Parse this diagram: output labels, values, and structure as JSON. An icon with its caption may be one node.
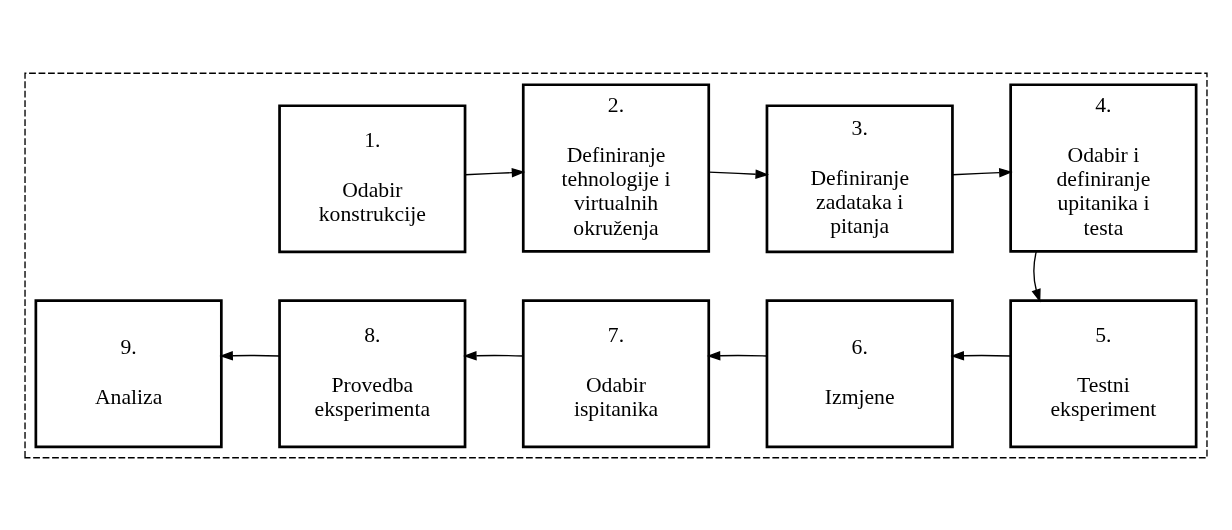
{
  "diagram": {
    "nodes": [
      {
        "text": [],
        "shape": "box"
      },
      {
        "text": [
          "1.",
          "Odabir konstrukcije"
        ],
        "in": 0
      },
      {
        "text": [
          "2.",
          "Definiranje tehnologije i virtualnih okruženja"
        ],
        "in": 0
      },
      {
        "text": [
          "3.",
          "Definiranje zadataka i pitanja"
        ],
        "in": 0
      },
      {
        "text": [
          "4.",
          "Odabir i definiranje upitanika i testa"
        ],
        "in": 0
      },
      {
        "text": [
          "5.",
          "Testni eksperiment"
        ],
        "in": 0
      },
      {
        "text": [
          "6.",
          "Izmjene"
        ],
        "in": 0
      },
      {
        "text": [
          "7.",
          "Odabir ispitanika"
        ],
        "in": 0
      },
      {
        "text": [
          "8.",
          "Provedba eksperimenta"
        ],
        "in": 0
      },
      {
        "text": [
          "9.",
          "Analiza"
        ],
        "in": 0
      }
    ],
    "edges": [
      {
        "from": 1,
        "to": 2,
        "arrow": "to"
      },
      {
        "from": 2,
        "to": 3,
        "arrow": "to"
      },
      {
        "from": 3,
        "to": 4,
        "arrow": "to"
      },
      {
        "from": 4,
        "to": 5,
        "arrow": "to"
      },
      {
        "from": 5,
        "to": 6,
        "arrow": "to"
      },
      {
        "from": 6,
        "to": 7,
        "arrow": "to"
      },
      {
        "from": 7,
        "to": 8,
        "arrow": "to"
      },
      {
        "from": 8,
        "to": 9,
        "arrow": "to"
      }
    ]
  }
}
